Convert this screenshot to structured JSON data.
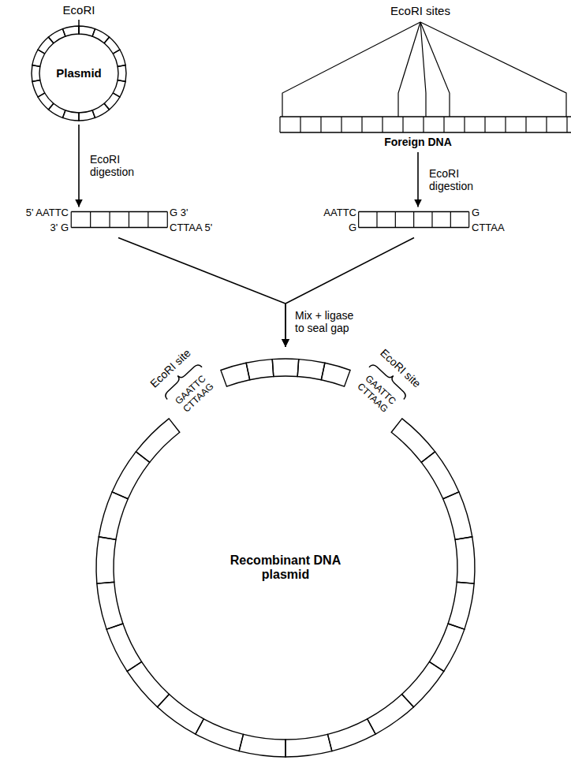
{
  "diagram": {
    "nodes": [
      {
        "text": [
          "Plasmid"
        ]
      },
      {
        "text": [
          "Foreign DNA"
        ]
      },
      {
        "text": [
          "5' AATTC",
          "G 3'",
          "3' G",
          "CTTAA 5'"
        ]
      },
      {
        "text": [
          "AATTC",
          "G",
          "G",
          "CTTAA"
        ]
      },
      {
        "text": [
          "Recombinant DNA plasmid"
        ]
      }
    ],
    "edges": [
      {
        "from": 0,
        "to": 2,
        "arrow": "to",
        "label": "EcoRI digestion"
      },
      {
        "from": 1,
        "to": 3,
        "arrow": "to",
        "label": "EcoRI digestion"
      },
      {
        "from": 2,
        "to": 4,
        "arrow": "to"
      },
      {
        "from": 3,
        "to": 4,
        "arrow": "to",
        "label": "Mix + ligase to seal gap"
      }
    ],
    "labels": [
      "EcoRI",
      "EcoRI sites",
      "EcoRI site",
      "GAATTC",
      "CTTAAG",
      "EcoRI site",
      "GAATTC",
      "CTTAAG"
    ]
  }
}
